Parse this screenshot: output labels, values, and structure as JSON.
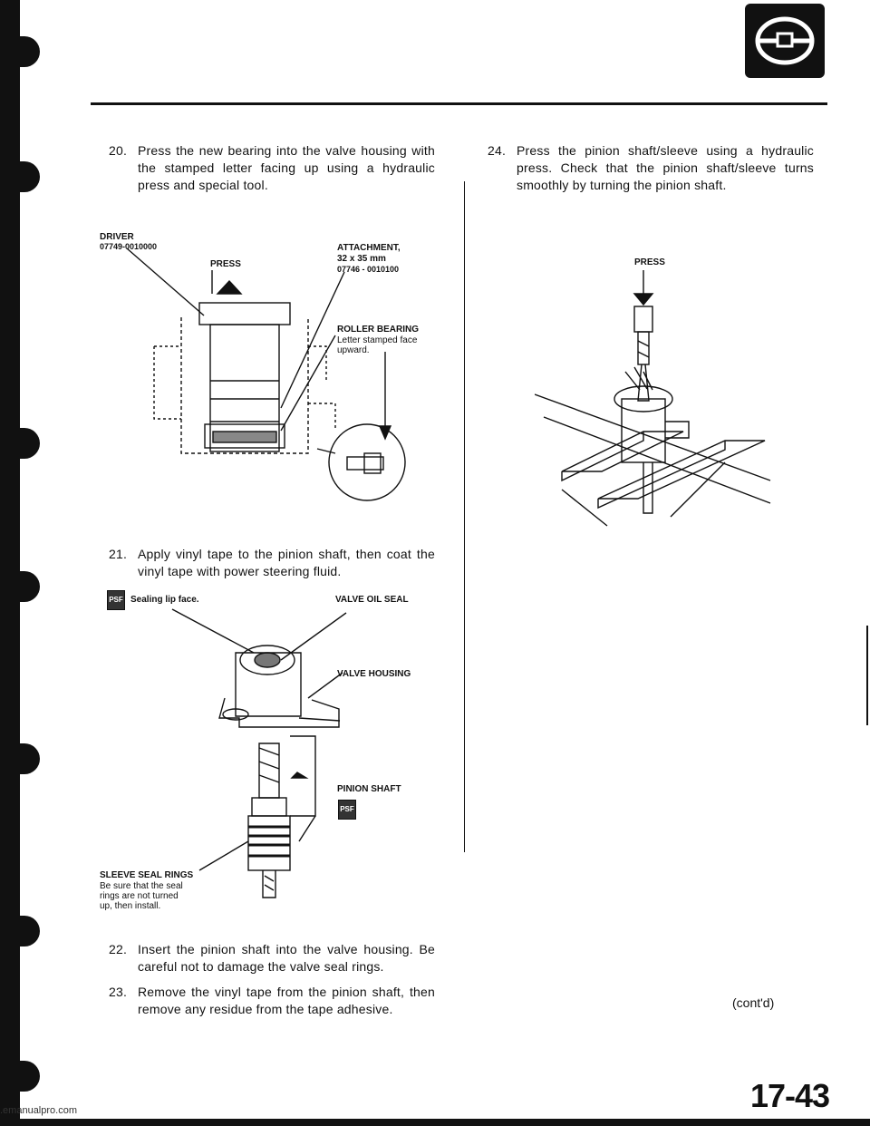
{
  "steps": {
    "s20": {
      "num": "20.",
      "text": "Press the new bearing into the valve housing with the stamped letter facing up using a hydraulic press and special tool."
    },
    "s21": {
      "num": "21.",
      "text": "Apply vinyl tape to the pinion shaft, then coat the vinyl tape with power steering fluid."
    },
    "s22": {
      "num": "22.",
      "text": "Insert the pinion shaft into the valve housing. Be careful not to damage the valve seal rings."
    },
    "s23": {
      "num": "23.",
      "text": "Remove the vinyl tape from the pinion shaft, then remove any residue from the tape adhesive."
    },
    "s24": {
      "num": "24.",
      "text": "Press the pinion shaft/sleeve using a hydraulic press. Check that the pinion shaft/sleeve turns smoothly by turning the pinion shaft."
    }
  },
  "fig1": {
    "driver": "DRIVER",
    "driver_pn": "07749-0010000",
    "press": "Press",
    "attachment": "ATTACHMENT,",
    "attachment_size": "32 x 35 mm",
    "attachment_pn": "07746 - 0010100",
    "roller": "ROLLER BEARING",
    "roller_note": "Letter stamped face upward."
  },
  "fig2": {
    "psf_icon": "PSF",
    "sealing": "Sealing lip face.",
    "valve_oil_seal": "VALVE OIL SEAL",
    "valve_housing": "VALVE HOUSING",
    "pinion_shaft": "PINION SHAFT",
    "sleeve_seal_rings": "SLEEVE SEAL RINGS",
    "sleeve_note": "Be sure that the seal rings are not turned up, then install."
  },
  "fig3": {
    "press": "Press"
  },
  "footer": {
    "contd": "(cont'd)",
    "page_number": "17-43",
    "url": ".emanualpro.com"
  }
}
